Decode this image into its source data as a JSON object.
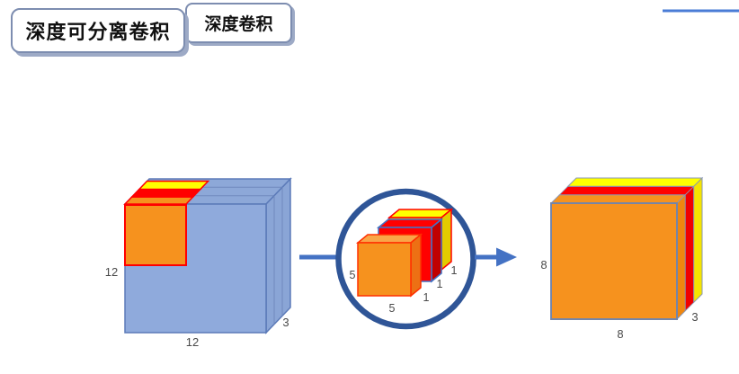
{
  "header": {
    "tab_primary": "深度可分离卷积",
    "tab_secondary": "深度卷积"
  },
  "input_cube": {
    "height_label": "12",
    "width_label": "12",
    "depth_label": "3"
  },
  "kernel_group": {
    "height_label": "5",
    "width_label": "5",
    "kernel_front_depth": "1",
    "kernel_middle_depth": "1",
    "kernel_back_depth": "1"
  },
  "output_cube": {
    "height_label": "8",
    "width_label": "8",
    "depth_label": "3"
  },
  "colors": {
    "accent_blue": "#4472C4",
    "circle_stroke": "#2F5597",
    "input_face_blue": "#8FAADC",
    "orange": "#F6921E",
    "red": "#FF0000",
    "yellow": "#FFFF00",
    "tab_border": "#7d8db0"
  }
}
